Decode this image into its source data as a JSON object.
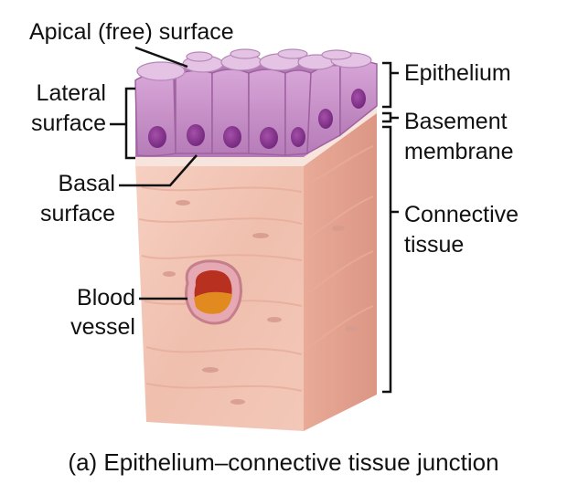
{
  "labels": {
    "apical": "Apical (free) surface",
    "lateral_1": "Lateral",
    "lateral_2": "surface",
    "basal_1": "Basal",
    "basal_2": "surface",
    "blood_1": "Blood",
    "blood_2": "vessel",
    "epithelium": "Epithelium",
    "basement_1": "Basement",
    "basement_2": "membrane",
    "connective_1": "Connective",
    "connective_2": "tissue"
  },
  "caption": "(a) Epithelium–connective tissue junction",
  "colors": {
    "cell_fill": "#c58fc6",
    "cell_top": "#e3bfe3",
    "nucleus": "#7a2e84",
    "connective_front": "#f2c2b2",
    "connective_side": "#e7a896",
    "vessel_blood": "#b83020",
    "vessel_plasma": "#e08a20",
    "line": "#111111"
  }
}
